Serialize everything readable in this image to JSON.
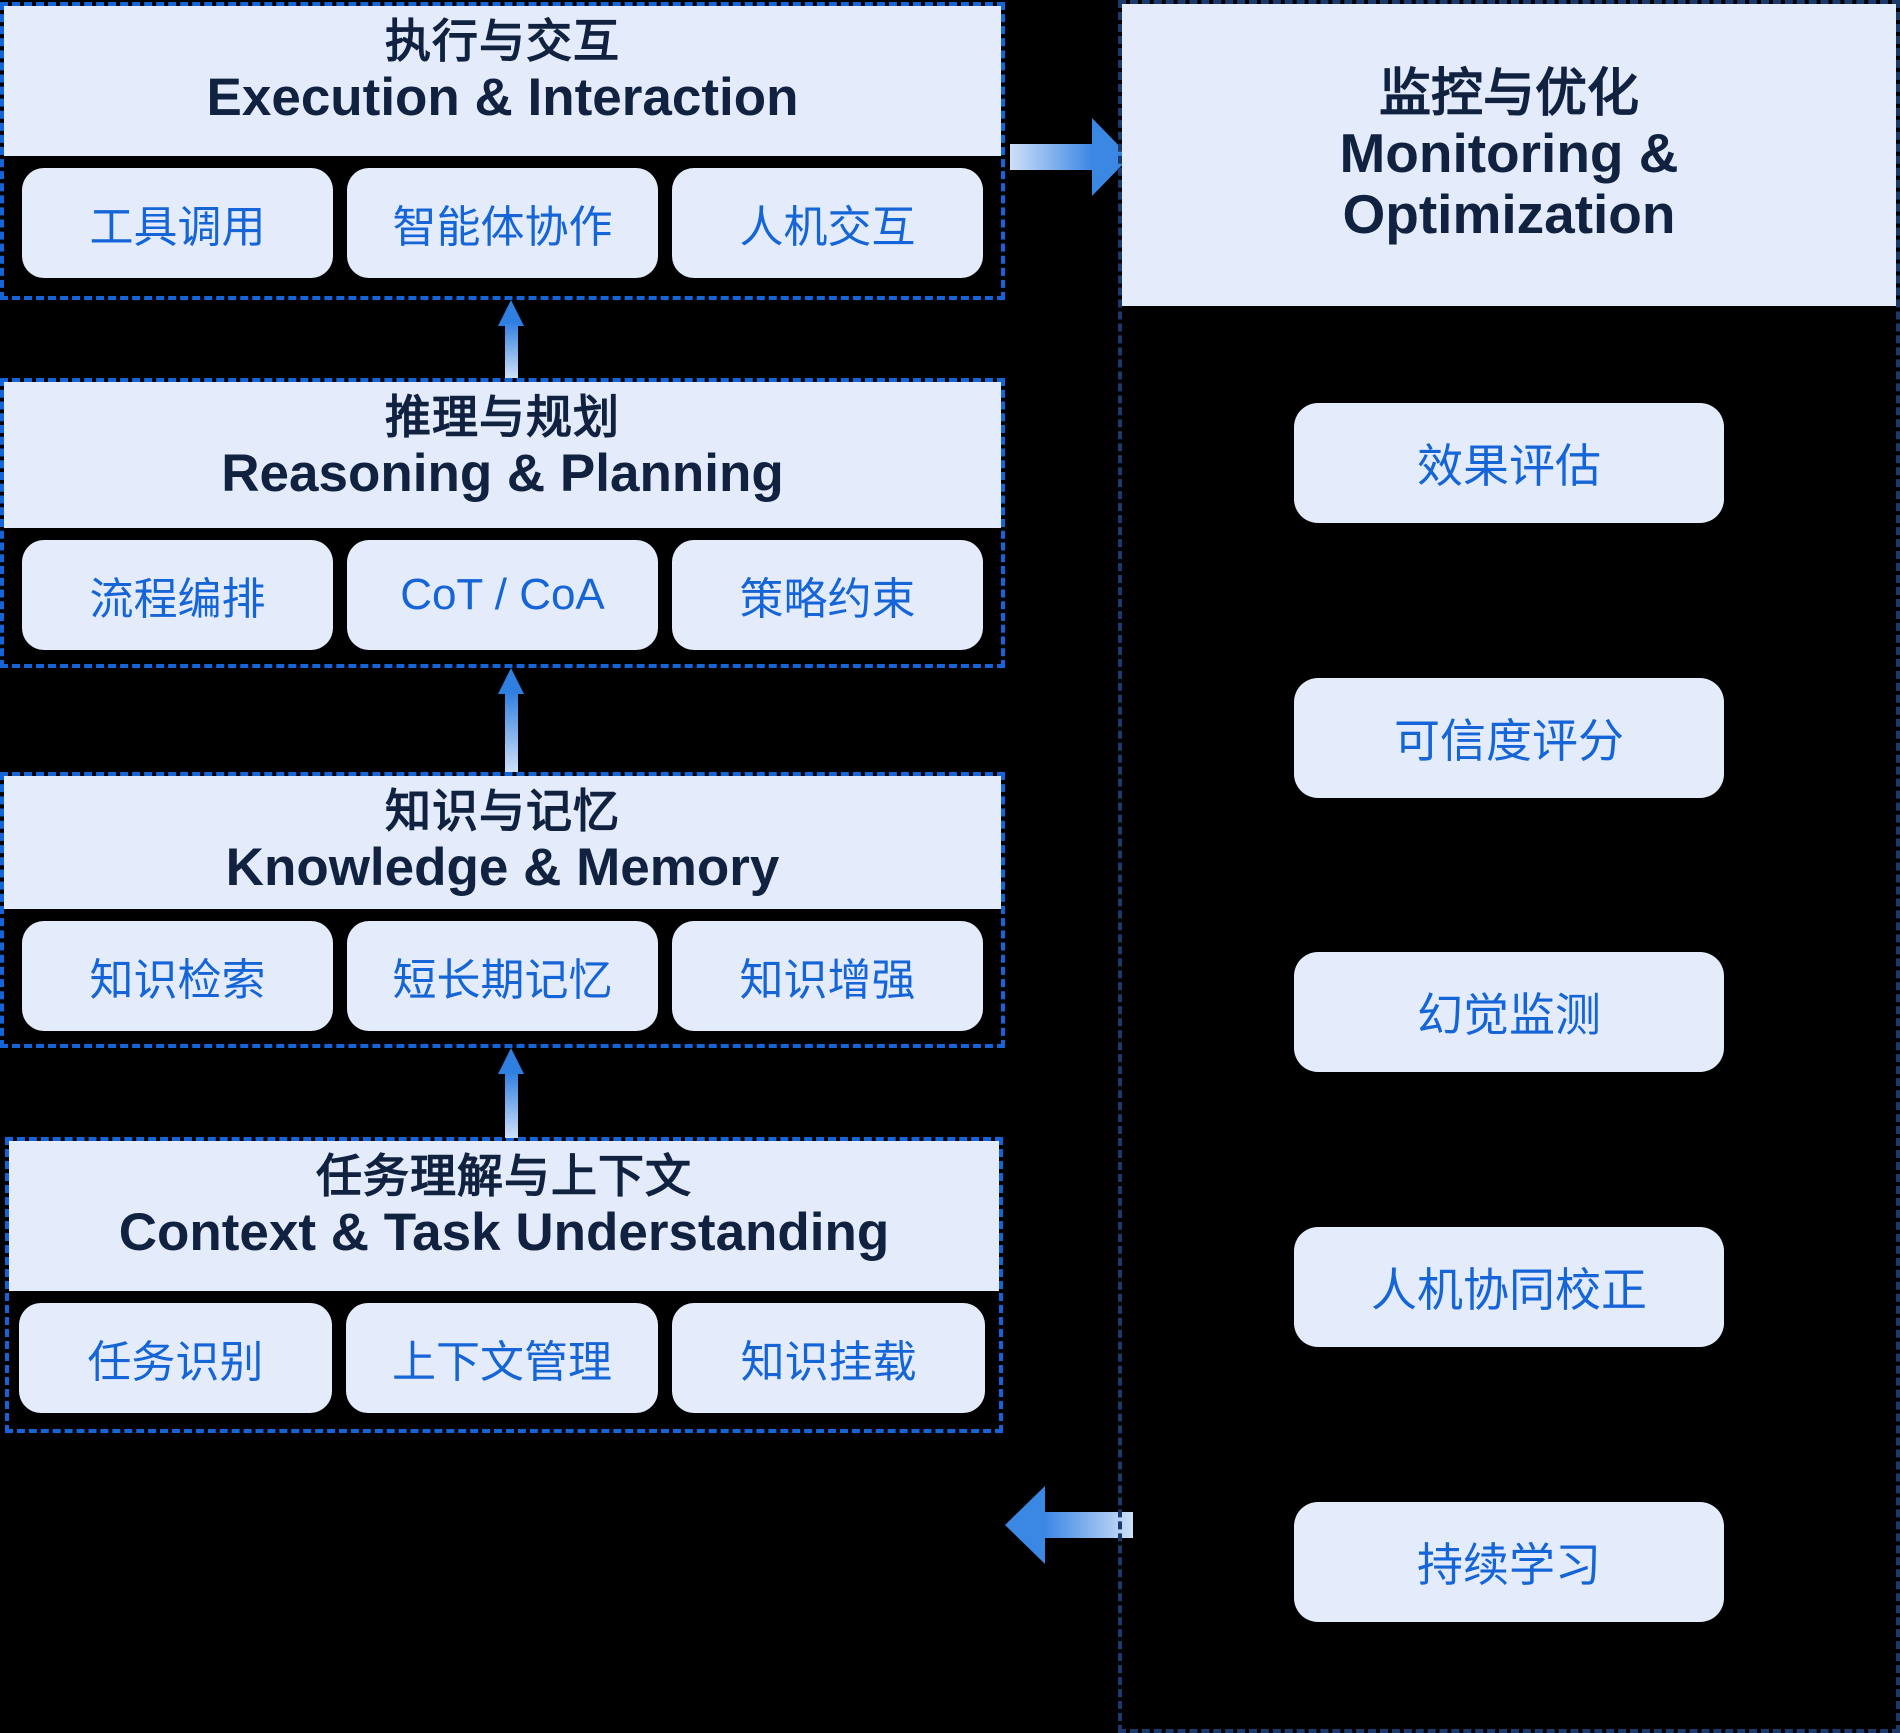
{
  "diagram": {
    "background_color": "#000000",
    "panel_fill": "#e4ecfb",
    "dark_text": "#112240",
    "accent_blue": "#1565d8",
    "arrow_blue": "#3b87e4",
    "left_layers": [
      {
        "id": "execution",
        "title_cn": "执行与交互",
        "title_en": "Execution & Interaction",
        "pills": [
          "工具调用",
          "智能体协作",
          "人机交互"
        ]
      },
      {
        "id": "reasoning",
        "title_cn": "推理与规划",
        "title_en": "Reasoning & Planning",
        "pills": [
          "流程编排",
          "CoT / CoA",
          "策略约束"
        ]
      },
      {
        "id": "knowledge",
        "title_cn": "知识与记忆",
        "title_en": "Knowledge  & Memory",
        "pills": [
          "知识检索",
          "短长期记忆",
          "知识增强"
        ]
      },
      {
        "id": "context",
        "title_cn": "任务理解与上下文",
        "title_en": "Context & Task Understanding",
        "pills": [
          "任务识别",
          "上下文管理",
          "知识挂载"
        ]
      }
    ],
    "right_panel": {
      "title_cn": "监控与优化",
      "title_en_line1": "Monitoring &",
      "title_en_line2": "Optimization",
      "items": [
        "效果评估",
        "可信度评分",
        "幻觉监测",
        "人机协同校正",
        "持续学习"
      ]
    },
    "arrows": {
      "up_1": "up-arrow-icon",
      "up_2": "up-arrow-icon",
      "up_3": "up-arrow-icon",
      "to_monitoring": "right-arrow-icon",
      "to_context": "left-arrow-icon"
    }
  }
}
